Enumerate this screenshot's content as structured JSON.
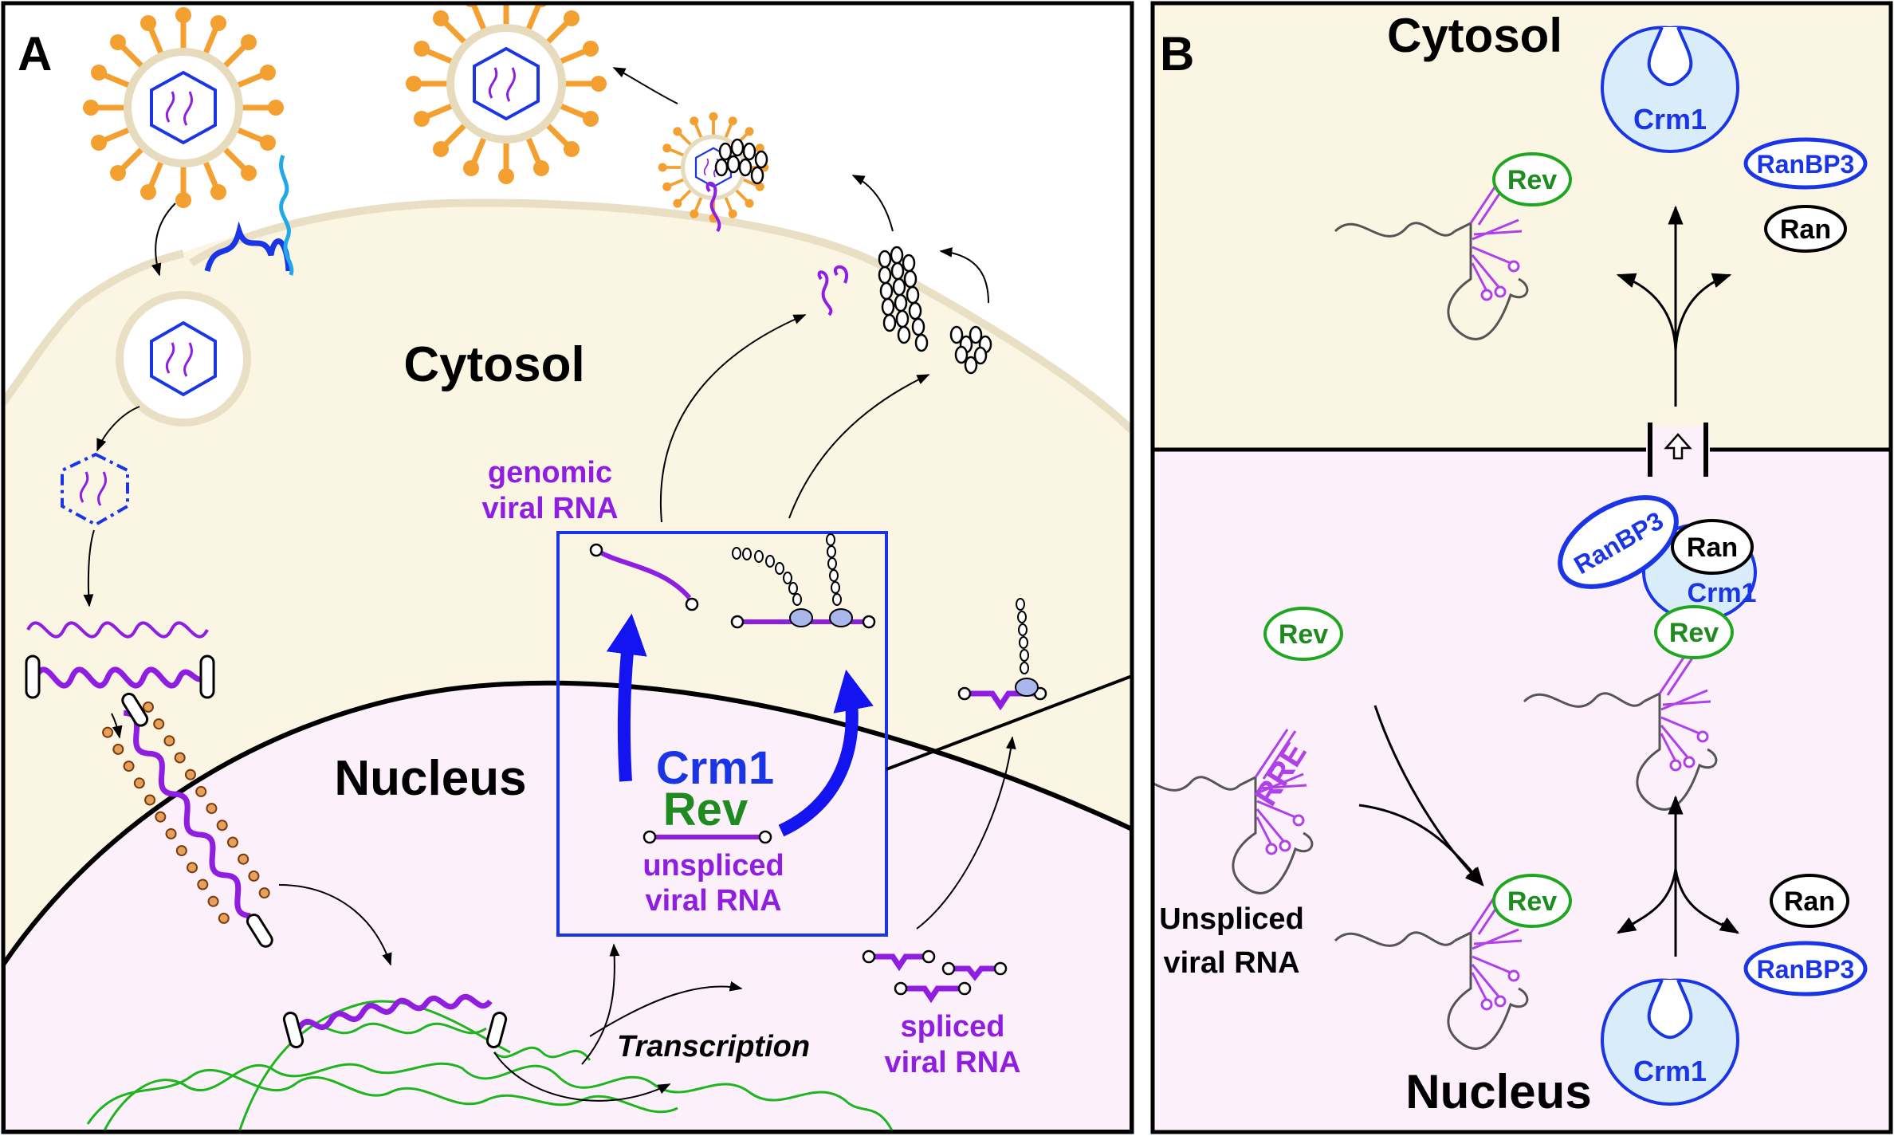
{
  "panel_a": {
    "letter": "A",
    "cytosol": "Cytosol",
    "nucleus": "Nucleus",
    "genomic_line1": "genomic",
    "genomic_line2": "viral RNA",
    "crm1": "Crm1",
    "rev": "Rev",
    "unspliced_line1": "unspliced",
    "unspliced_line2": "viral RNA",
    "spliced_line1": "spliced",
    "spliced_line2": "viral RNA",
    "transcription": "Transcription"
  },
  "panel_b": {
    "letter": "B",
    "cytosol": "Cytosol",
    "nucleus": "Nucleus",
    "crm1": "Crm1",
    "ranbp3": "RanBP3",
    "ran": "Ran",
    "rev": "Rev",
    "rre": "RRE",
    "unspliced_line1": "Unspliced",
    "unspliced_line2": "viral RNA"
  },
  "colors": {
    "cytosol": "#fbf5e4",
    "nucleus": "#fcf0fb",
    "membrane": "#e9dfc4",
    "rna": "#8f1ee0",
    "protein_blue": "#1a35e6",
    "rev_green": "#1f8a1f",
    "spike_orange": "#f4a031",
    "crm1_fill": "#d9ecfa"
  }
}
